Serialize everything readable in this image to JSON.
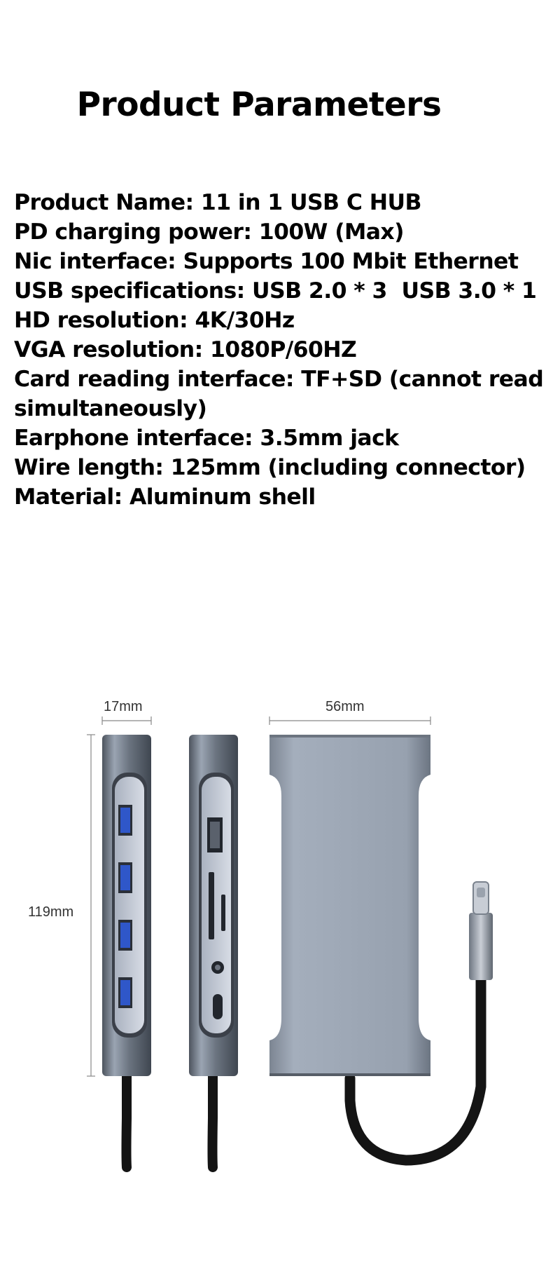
{
  "title": "Product Parameters",
  "specs": [
    "Product Name: 11 in 1 USB C HUB",
    "PD charging power: 100W (Max)",
    "Nic interface: Supports 100 Mbit Ethernet",
    "USB specifications: USB 2.0 * 3  USB 3.0 * 1",
    "HD resolution: 4K/30Hz",
    "VGA resolution: 1080P/60HZ",
    "Card reading interface: TF+SD (cannot read simultaneously)",
    "Earphone interface: 3.5mm jack",
    "Wire length: 125mm (including connector)",
    "Material: Aluminum shell"
  ],
  "dimensions": {
    "thickness": "17mm",
    "width": "56mm",
    "length": "119mm"
  },
  "colors": {
    "shell": "#8e99a8",
    "shell_dark": "#5c6470",
    "port_blue": "#2f57c9",
    "cable": "#111111"
  }
}
